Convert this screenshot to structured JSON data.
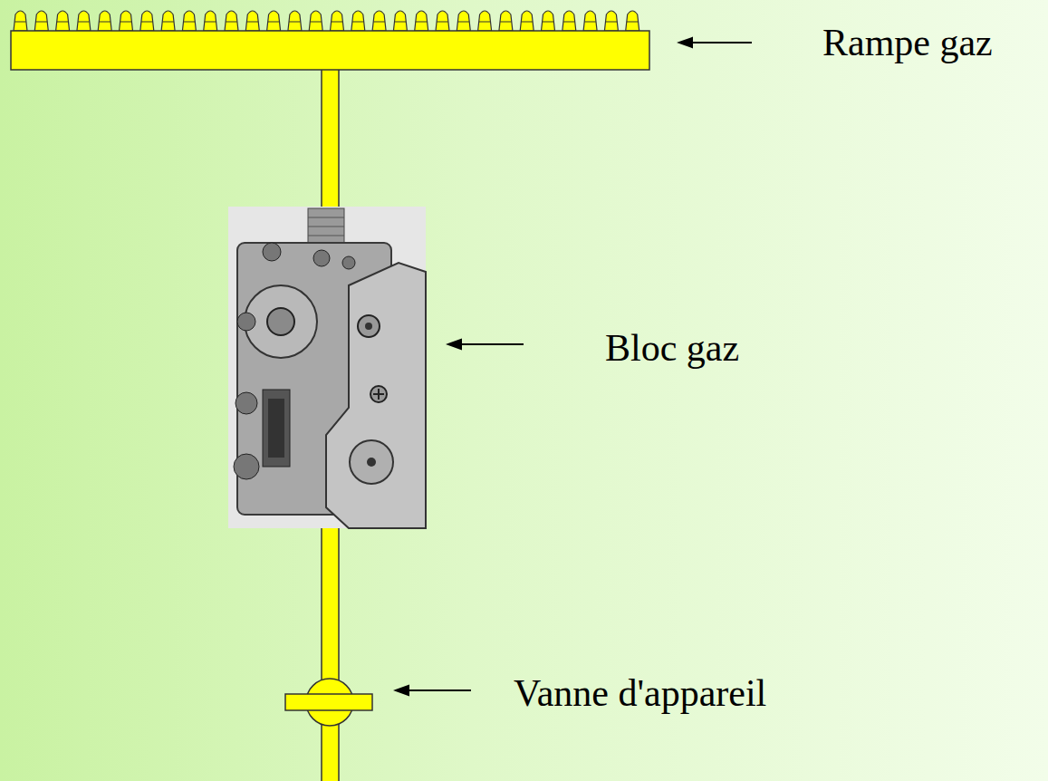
{
  "diagram": {
    "labels": [
      "Rampe gaz",
      "Bloc gaz",
      "Vanne d'appareil"
    ]
  }
}
